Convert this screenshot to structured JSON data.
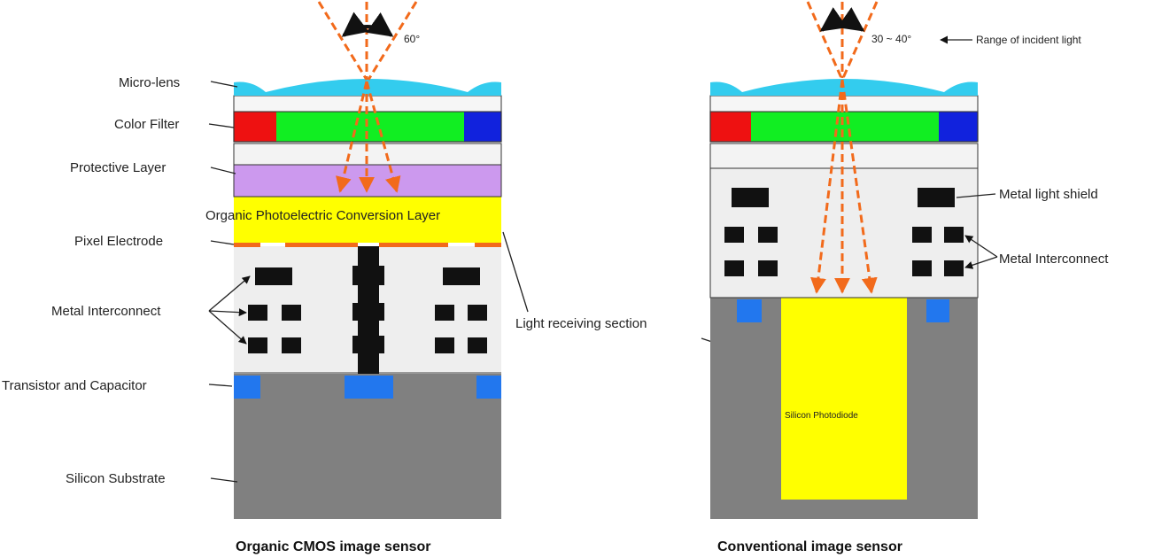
{
  "left_sensor": {
    "caption": "Organic CMOS image sensor",
    "angle_label": "60°",
    "labels": {
      "micro_lens": "Micro-lens",
      "color_filter": "Color Filter",
      "protective_layer": "Protective Layer",
      "organic_layer": "Organic Photoelectric Conversion Layer",
      "pixel_electrode": "Pixel Electrode",
      "metal_interconnect": "Metal Interconnect",
      "transistor_capacitor": "Transistor and Capacitor",
      "silicon_substrate": "Silicon Substrate"
    }
  },
  "right_sensor": {
    "caption": "Conventional image sensor",
    "angle_label": "30 ~ 40°",
    "range_label": "Range of incident light",
    "labels": {
      "metal_light_shield": "Metal light shield",
      "metal_interconnect": "Metal Interconnect",
      "silicon_photodiode": "Silicon Photodiode"
    }
  },
  "shared_labels": {
    "light_receiving_section": "Light receiving section"
  },
  "colors": {
    "lens": "#33ccee",
    "red_filter": "#ee1111",
    "green_filter": "#11ee22",
    "blue_filter": "#1122dd",
    "protective": "#cc99ee",
    "organic": "#ffff00",
    "electrode": "#f26a1b",
    "interconnect_bg": "#eeeeee",
    "metal": "#111111",
    "transistor": "#2277ee",
    "substrate": "#808080",
    "photodiode": "#ffff00",
    "light_ray": "#f26a1b"
  }
}
